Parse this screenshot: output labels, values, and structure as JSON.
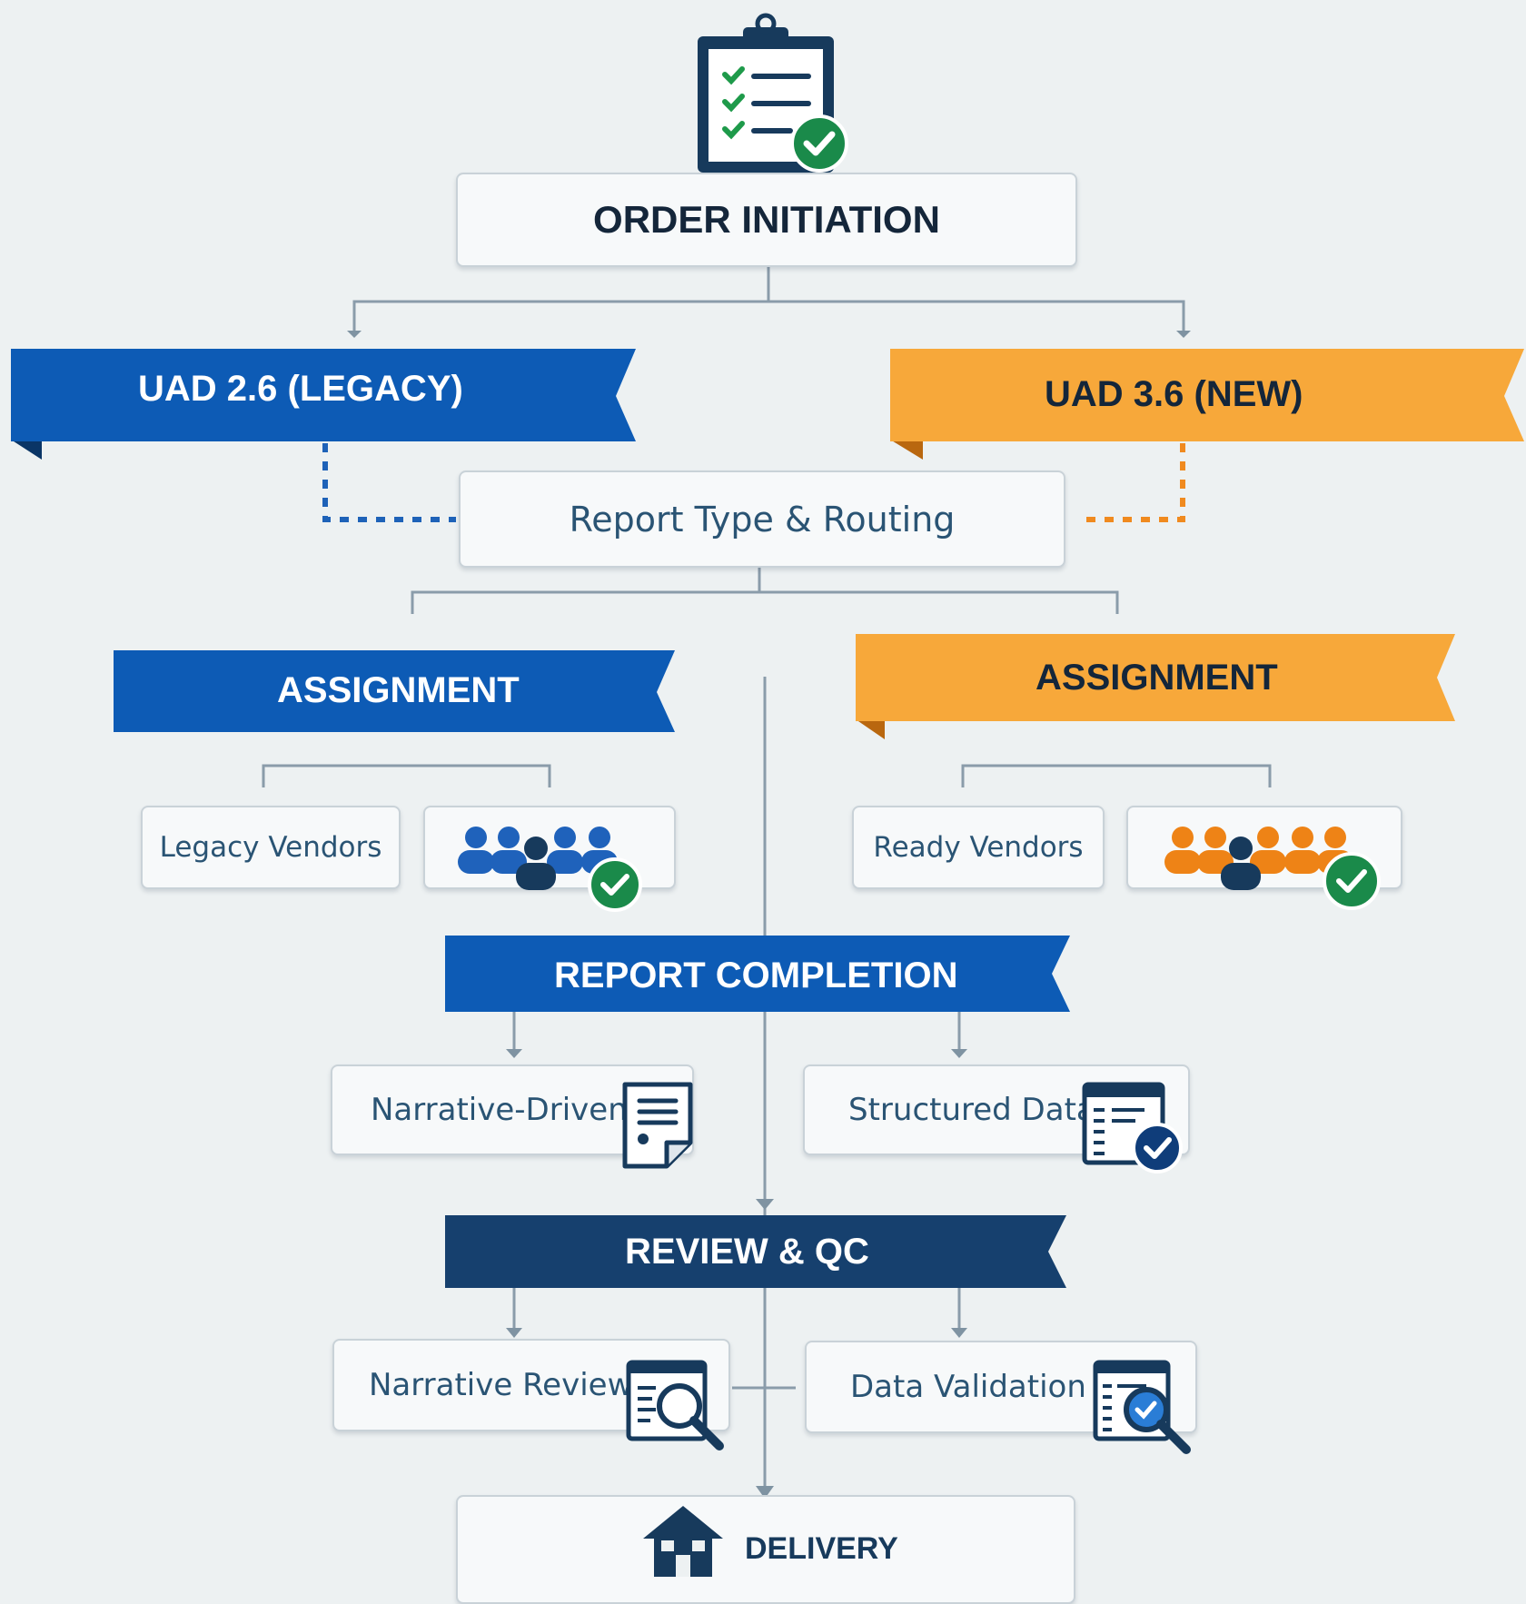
{
  "order_initiation": {
    "label": "ORDER INITIATION"
  },
  "uad_legacy": {
    "label": "UAD 2.6 (LEGACY)"
  },
  "uad_new": {
    "label": "UAD 3.6 (NEW)"
  },
  "report_routing": {
    "label": "Report Type & Routing"
  },
  "assignment_legacy": {
    "label": "ASSIGNMENT"
  },
  "assignment_new": {
    "label": "ASSIGNMENT"
  },
  "legacy_vendors": {
    "label": "Legacy Vendors"
  },
  "ready_vendors": {
    "label": "Ready Vendors"
  },
  "report_completion": {
    "label": "REPORT COMPLETION"
  },
  "narrative_driven": {
    "label": "Narrative-Driven"
  },
  "structured_data": {
    "label": "Structured Data"
  },
  "review_qc": {
    "label": "REVIEW & QC"
  },
  "narrative_review": {
    "label": "Narrative Review"
  },
  "data_validation": {
    "label": "Data Validation"
  },
  "delivery": {
    "label": "DELIVERY"
  },
  "icons": [
    "clipboard-check-icon",
    "team-check-icon",
    "document-icon",
    "data-check-icon",
    "document-search-icon",
    "data-search-icon",
    "house-icon"
  ],
  "colors": {
    "legacy_blue": "#0d5bb5",
    "new_orange": "#f7a83a",
    "navy": "#16406e",
    "check_green": "#1a8a4a",
    "background": "#edf1f2"
  }
}
